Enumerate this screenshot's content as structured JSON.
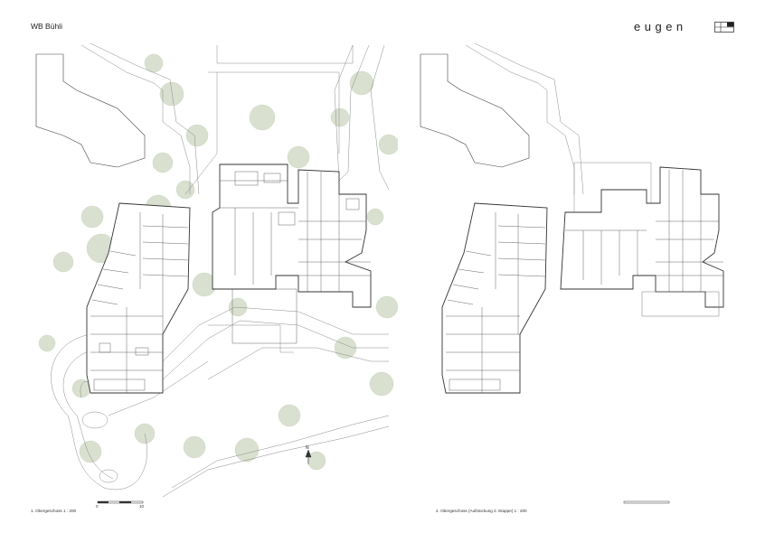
{
  "header": {
    "project_title": "WB Bühli",
    "brand": "eugen",
    "logo_icon": "eugen-logo-mark"
  },
  "plans": {
    "left_caption": "1. Obergeschoss   1 : 200",
    "right_caption": "2. Obergeschoss (Aufstockung 2. Etappe)   1 : 200",
    "north_label": "N",
    "scale_bar": {
      "start": "0",
      "end": "10"
    }
  },
  "colors": {
    "line": "#333333",
    "thin_line": "#8a8a8a",
    "tree": "#d9e0cf",
    "tree_stroke": "#c7d0bb"
  }
}
